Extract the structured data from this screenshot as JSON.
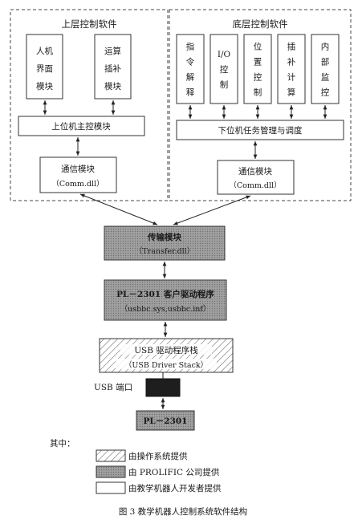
{
  "upper": {
    "title": "上层控制软件",
    "hmi": [
      "人",
      "机",
      "界",
      "面",
      "模",
      "块"
    ],
    "calc": [
      "运",
      "算",
      "插",
      "补",
      "模",
      "块"
    ],
    "main": "上位机主控模块",
    "comm": "通信模块",
    "comm_sub": "（Comm.dll）"
  },
  "lower": {
    "title": "底层控制软件",
    "cols": [
      [
        "指",
        "令",
        "解",
        "释"
      ],
      [
        "I/O",
        "控",
        "制"
      ],
      [
        "位",
        "置",
        "控",
        "制"
      ],
      [
        "插",
        "补",
        "计",
        "算"
      ],
      [
        "内",
        "部",
        "监",
        "控"
      ]
    ],
    "task": "下位机任务管理与调度",
    "comm": "通信模块",
    "comm_sub": "（Comm.dll）"
  },
  "transfer": {
    "label": "传输模块",
    "sub": "（Transfer.dll）"
  },
  "pl_driver": {
    "label": "PL－2301 客户驱动程序",
    "sub": "（usbbc.sys,usbbc.inf）"
  },
  "usb_stack": {
    "label": "USB 驱动程序栈",
    "sub": "（USB Driver Stack）"
  },
  "usb_port": "USB 端口",
  "pl2301": "PL－2301",
  "legend": {
    "title": "其中：",
    "os": "由操作系统提供",
    "prolific": "由 PROLIFIC 公司提供",
    "dev": "由教学机器人开发者提供"
  },
  "caption": "图 3  教学机器人控制系统软件结构",
  "colors": {
    "prolific_fill": "#8c8c8c",
    "port_fill": "#1e1e1e",
    "stroke": "#333333"
  }
}
